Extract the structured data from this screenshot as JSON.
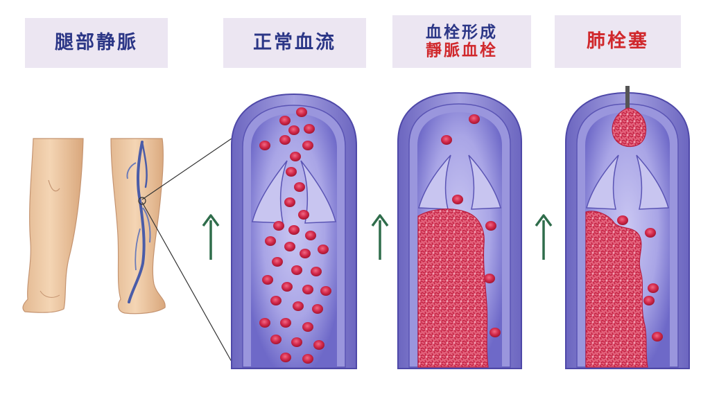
{
  "labels": {
    "leg_vein": "腿部静脈",
    "normal_flow": "正常血流",
    "thrombus_line1": "血栓形成",
    "thrombus_line2": "靜脈血栓",
    "pulmonary_embolism": "肺栓塞"
  },
  "colors": {
    "label_bg": "#ece6f2",
    "label_blue": "#2b3686",
    "label_red": "#d0282c",
    "vessel_wall": "#8d88d0",
    "vessel_lumen": "#b9b6ea",
    "blood_cell": "#cf2447",
    "arrow": "#2f6d4b"
  },
  "icons": {
    "flow_arrow": "up-arrow-icon"
  }
}
